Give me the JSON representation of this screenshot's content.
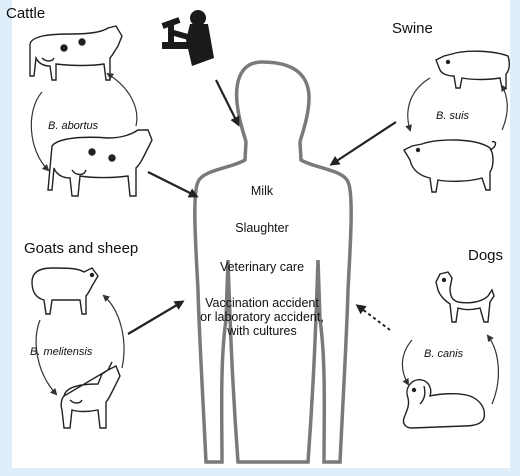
{
  "animals": {
    "cattle": "Cattle",
    "swine": "Swine",
    "goats_sheep": "Goats and sheep",
    "dogs": "Dogs"
  },
  "species": {
    "cattle": "B. abortus",
    "swine": "B. suis",
    "goats_sheep": "B. melitensis",
    "dogs": "B. canis"
  },
  "routes": {
    "milk": "Milk",
    "slaughter": "Slaughter",
    "vet": "Veterinary care",
    "vaccination_1": "Vaccination accident",
    "vaccination_2": "or laboratory accident,",
    "vaccination_3": "with cultures"
  }
}
